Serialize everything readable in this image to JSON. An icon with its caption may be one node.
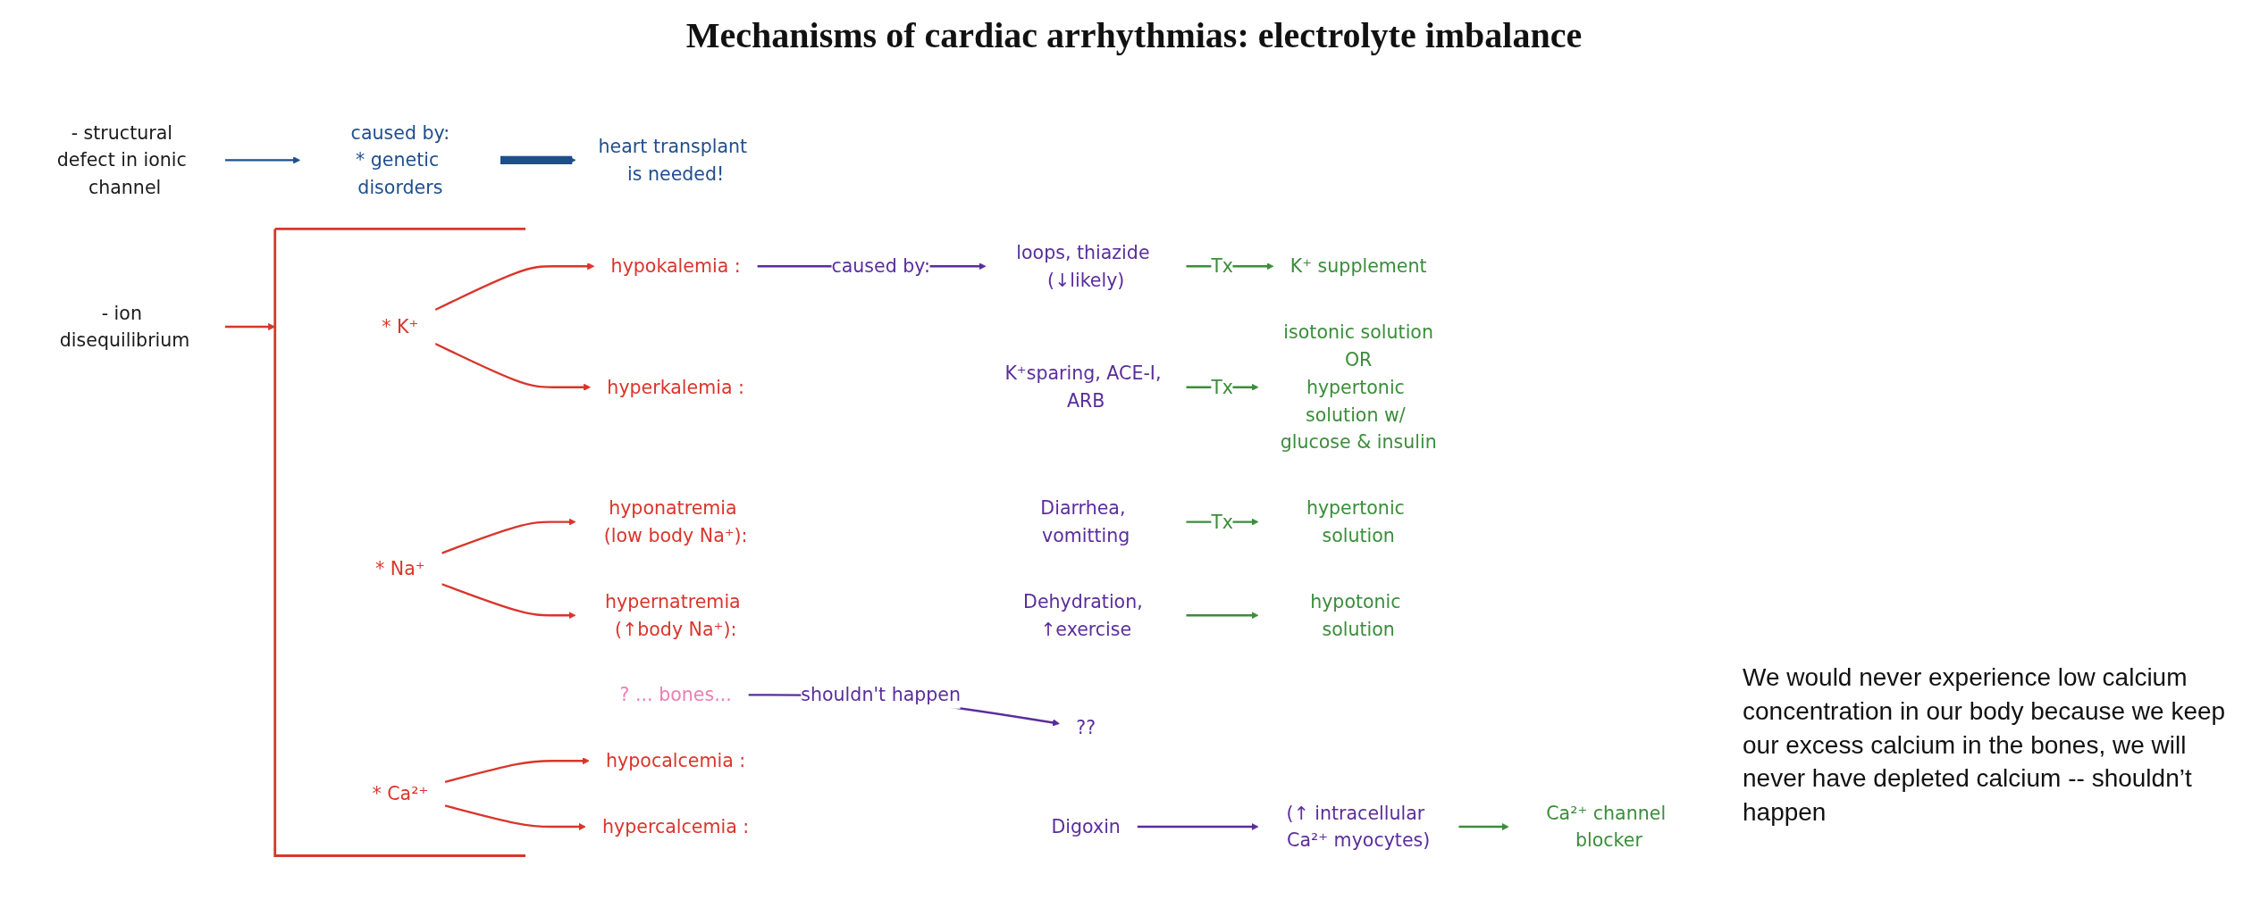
{
  "diagram": {
    "title": "Mechanisms of cardiac arrhythmias: electrolyte imbalance",
    "nodes": [
      {
        "text": [
          "- ion disequilibrium"
        ]
      },
      {
        "text": [
          "- structural defect in ionic channel"
        ]
      },
      {
        "text": [
          "caused by:",
          "* genetic disorders"
        ]
      },
      {
        "text": [
          "heart transplant is needed!"
        ]
      },
      {
        "text": [],
        "shape": "bracket"
      },
      {
        "text": [
          "* K⁺"
        ],
        "in": 4
      },
      {
        "text": [
          "hypokalemia :"
        ]
      },
      {
        "text": [
          "loops, thiazide (↓likely)"
        ]
      },
      {
        "text": [
          "K⁺ supplement"
        ]
      },
      {
        "text": [
          "hyperkalemia :"
        ]
      },
      {
        "text": [
          "K⁺sparing, ACE-I, ARB"
        ]
      },
      {
        "text": [
          "isotonic solution",
          "OR",
          "hypertonic solution w/ glucose & insulin"
        ]
      },
      {
        "text": [
          "* Na⁺"
        ],
        "in": 4
      },
      {
        "text": [
          "hyponatremia (low body Na⁺):"
        ]
      },
      {
        "text": [
          "Diarrhea, vomitting"
        ]
      },
      {
        "text": [
          "hypertonic solution"
        ]
      },
      {
        "text": [
          "hypernatremia (↑body Na⁺):"
        ]
      },
      {
        "text": [
          "Dehydration, ↑exercise"
        ]
      },
      {
        "text": [
          "hypotonic solution"
        ]
      },
      {
        "text": [
          "* Ca²⁺"
        ],
        "in": 4
      },
      {
        "text": [
          "hypocalcemia :"
        ]
      },
      {
        "text": [
          "??"
        ]
      },
      {
        "text": [
          "? ... bones..."
        ]
      },
      {
        "text": [
          "hypercalcemia :"
        ]
      },
      {
        "text": [
          "Digoxin"
        ]
      },
      {
        "text": [
          "(↑ intracellular Ca²⁺ myocytes)"
        ]
      },
      {
        "text": [
          "Ca²⁺ channel blocker"
        ]
      }
    ],
    "edges": [
      {
        "from": 0,
        "to": 4,
        "arrow": "to"
      },
      {
        "from": 1,
        "to": 2,
        "arrow": "to",
        "color": "#1f4e8c"
      },
      {
        "from": 2,
        "to": 3,
        "arrow": "to",
        "style": "thick",
        "color": "#1f4e8c"
      },
      {
        "from": 5,
        "to": 6,
        "arrow": "to"
      },
      {
        "from": 5,
        "to": 9,
        "arrow": "to"
      },
      {
        "from": 6,
        "to": 7,
        "arrow": "to",
        "label": "caused by:",
        "color": "#5a2d9c"
      },
      {
        "from": 7,
        "to": 8,
        "arrow": "to",
        "label": "Tx",
        "color": "#3b8d3b"
      },
      {
        "from": 10,
        "to": 11,
        "arrow": "to",
        "label": "Tx",
        "color": "#3b8d3b"
      },
      {
        "from": 12,
        "to": 13,
        "arrow": "to"
      },
      {
        "from": 12,
        "to": 16,
        "arrow": "to"
      },
      {
        "from": 14,
        "to": 15,
        "arrow": "to",
        "label": "Tx",
        "color": "#3b8d3b"
      },
      {
        "from": 17,
        "to": 18,
        "arrow": "to",
        "color": "#3b8d3b"
      },
      {
        "from": 19,
        "to": 20,
        "arrow": "to"
      },
      {
        "from": 19,
        "to": 23,
        "arrow": "to"
      },
      {
        "from": 22,
        "to": 21,
        "arrow": "to",
        "label": "shouldn't happen",
        "color": "#5a2d9c"
      },
      {
        "from": 24,
        "to": 25,
        "arrow": "to",
        "color": "#5a2d9c"
      },
      {
        "from": 25,
        "to": 26,
        "arrow": "to",
        "color": "#3b8d3b"
      }
    ],
    "labels": [
      "We would never experience low calcium concentration in our body because we keep our excess calcium in the bones, we will never have depleted calcium -- shouldn’t happen"
    ]
  }
}
